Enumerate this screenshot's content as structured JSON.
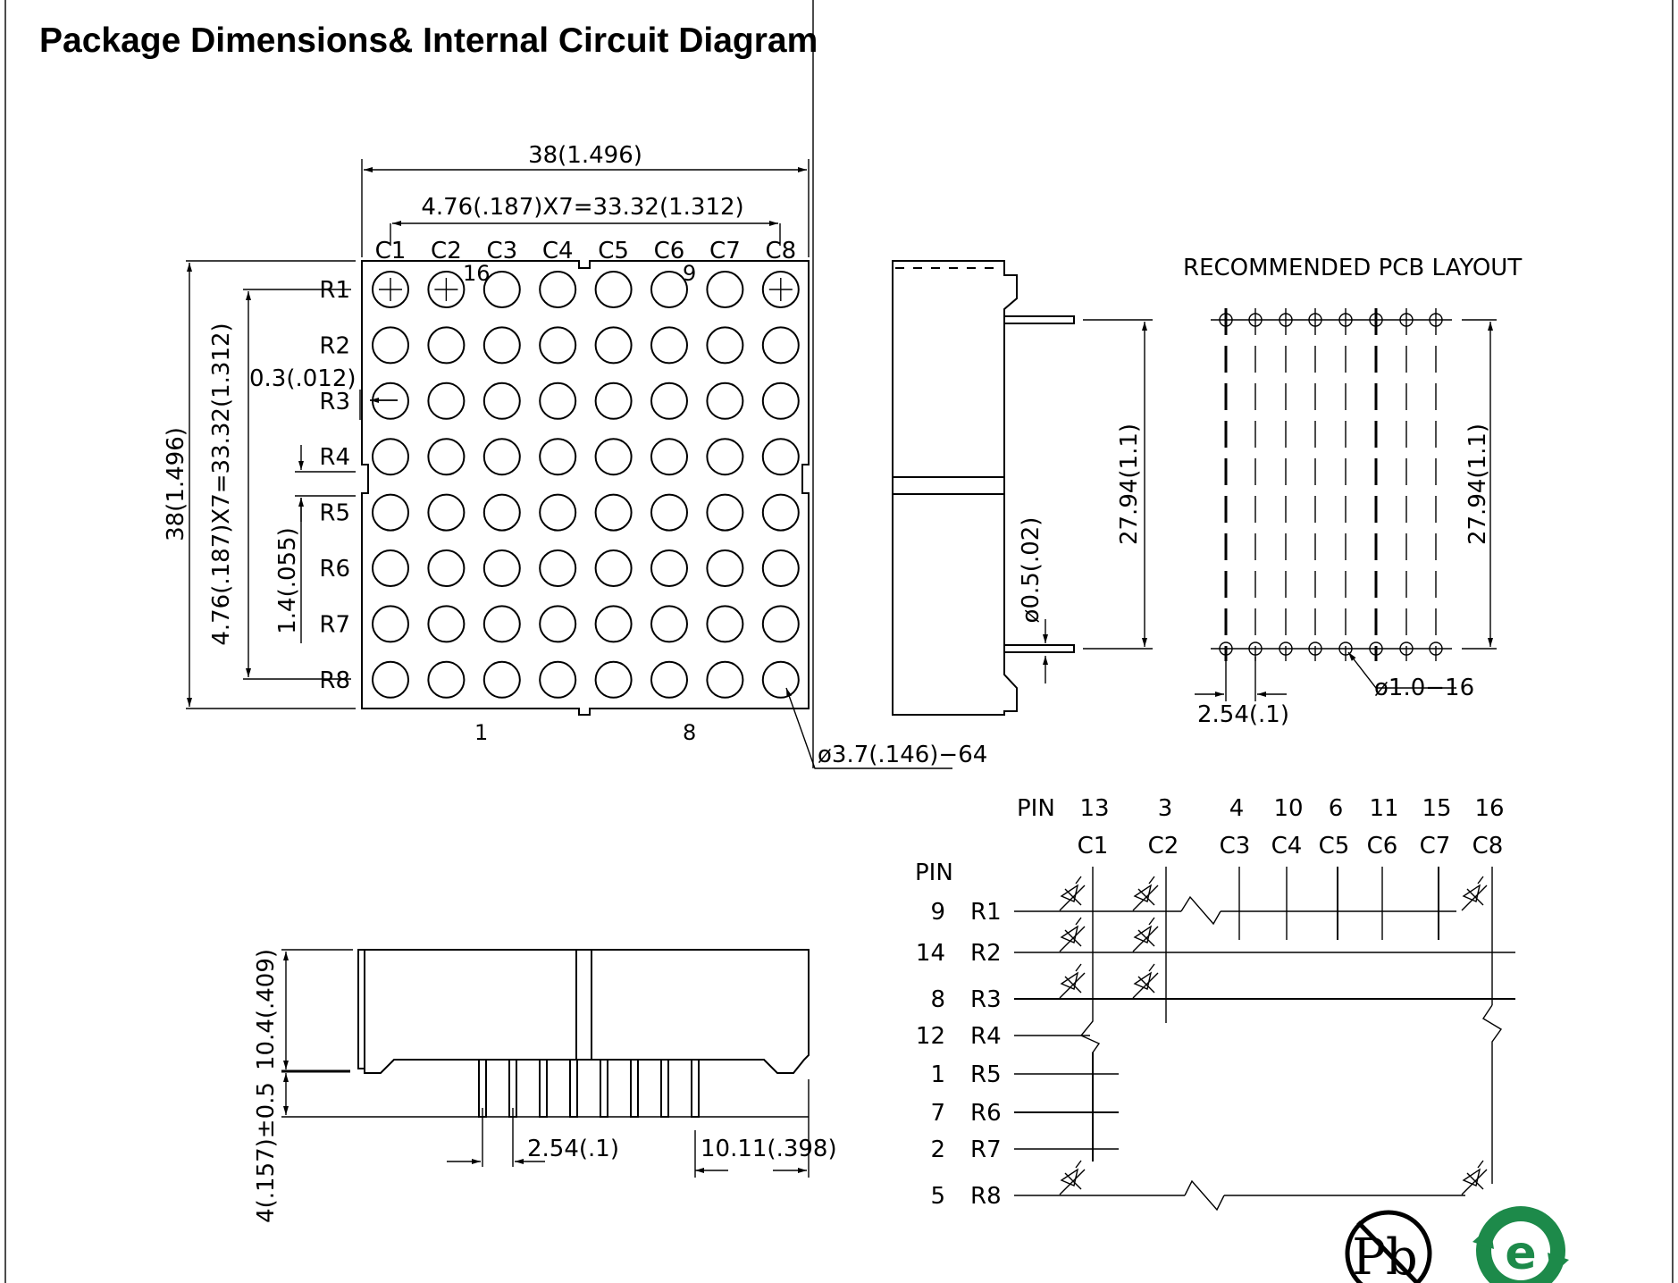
{
  "title": "Package Dimensions& Internal Circuit Diagram",
  "front_view": {
    "width_dim": "38(1.496)",
    "pitch_dim_x": "4.76(.187)X7=33.32(1.312)",
    "height_dim": "38(1.496)",
    "pitch_dim_y": "4.76(.187)X7=33.32(1.312)",
    "gap_dim": "0.3(.012)",
    "spacing_dim": "1.4(.055)",
    "led_dim": "ø3.7(.146)−64",
    "columns": [
      "C1",
      "C2",
      "C3",
      "C4",
      "C5",
      "C6",
      "C7",
      "C8"
    ],
    "rows": [
      "R1",
      "R2",
      "R3",
      "R4",
      "R5",
      "R6",
      "R7",
      "R8"
    ],
    "pin_marks": [
      "16",
      "9",
      "1",
      "8"
    ]
  },
  "side_view": {
    "pin_span_dim": "27.94(1.1)",
    "pin_dia_dim": "ø0.5(.02)"
  },
  "pcb_layout": {
    "heading": "RECOMMENDED  PCB  LAYOUT",
    "span_dim": "27.94(1.1)",
    "hole_dim": "ø1.0−16",
    "pitch_dim": "2.54(.1)"
  },
  "bottom_view": {
    "height_dim": "10.4(.409)",
    "pin_len_dim": "4(.157)±0.5",
    "pitch_dim": "2.54(.1)",
    "edge_dim": "10.11(.398)"
  },
  "circuit": {
    "pin_label_top": "PIN",
    "pin_label_side": "PIN",
    "column_pins": [
      "13",
      "3",
      "4",
      "10",
      "6",
      "11",
      "15",
      "16"
    ],
    "columns": [
      "C1",
      "C2",
      "C3",
      "C4",
      "C5",
      "C6",
      "C7",
      "C8"
    ],
    "row_pins": [
      "9",
      "14",
      "8",
      "12",
      "1",
      "7",
      "2",
      "5"
    ],
    "rows": [
      "R1",
      "R2",
      "R3",
      "R4",
      "R5",
      "R6",
      "R7",
      "R8"
    ]
  },
  "logos": {
    "pb_free": "Pb",
    "eco": "e"
  },
  "icons": [
    "pb-free-icon",
    "eco-recycle-icon"
  ]
}
